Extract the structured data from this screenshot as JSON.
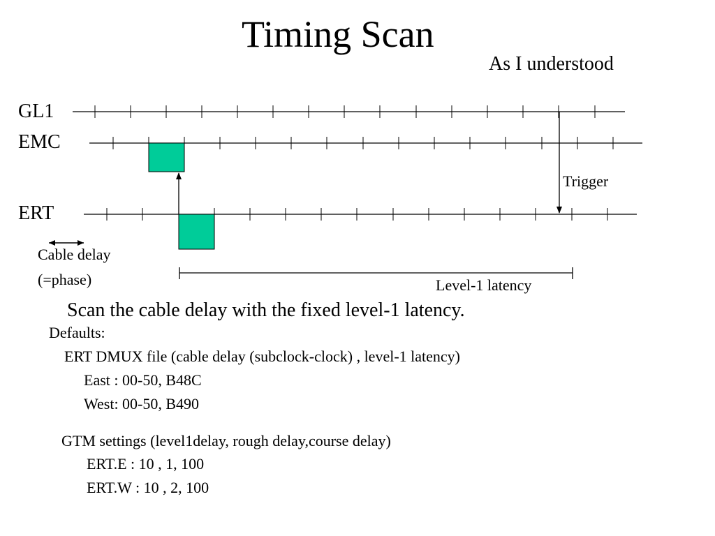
{
  "title": "Timing Scan",
  "subtitle": "As I understood",
  "diagram": {
    "rows": [
      "GL1",
      "EMC",
      "ERT"
    ],
    "trigger_label": "Trigger",
    "cable_delay_label_line1": "Cable delay",
    "cable_delay_label_line2": "(=phase)",
    "latency_label": "Level-1 latency",
    "pulse_color": "#00cc99"
  },
  "scan_line": "Scan the cable delay with the fixed level-1 latency.",
  "notes": {
    "defaults": "Defaults:",
    "dmux": "ERT DMUX file (cable delay (subclock-clock) , level-1 latency)",
    "east": "East :   00-50, B48C",
    "west": "West:   00-50, B490",
    "gtm": "GTM settings (level1delay, rough delay,course delay)",
    "erte": "ERT.E   :  10 , 1, 100",
    "ertw": "ERT.W  :  10 , 2, 100"
  }
}
